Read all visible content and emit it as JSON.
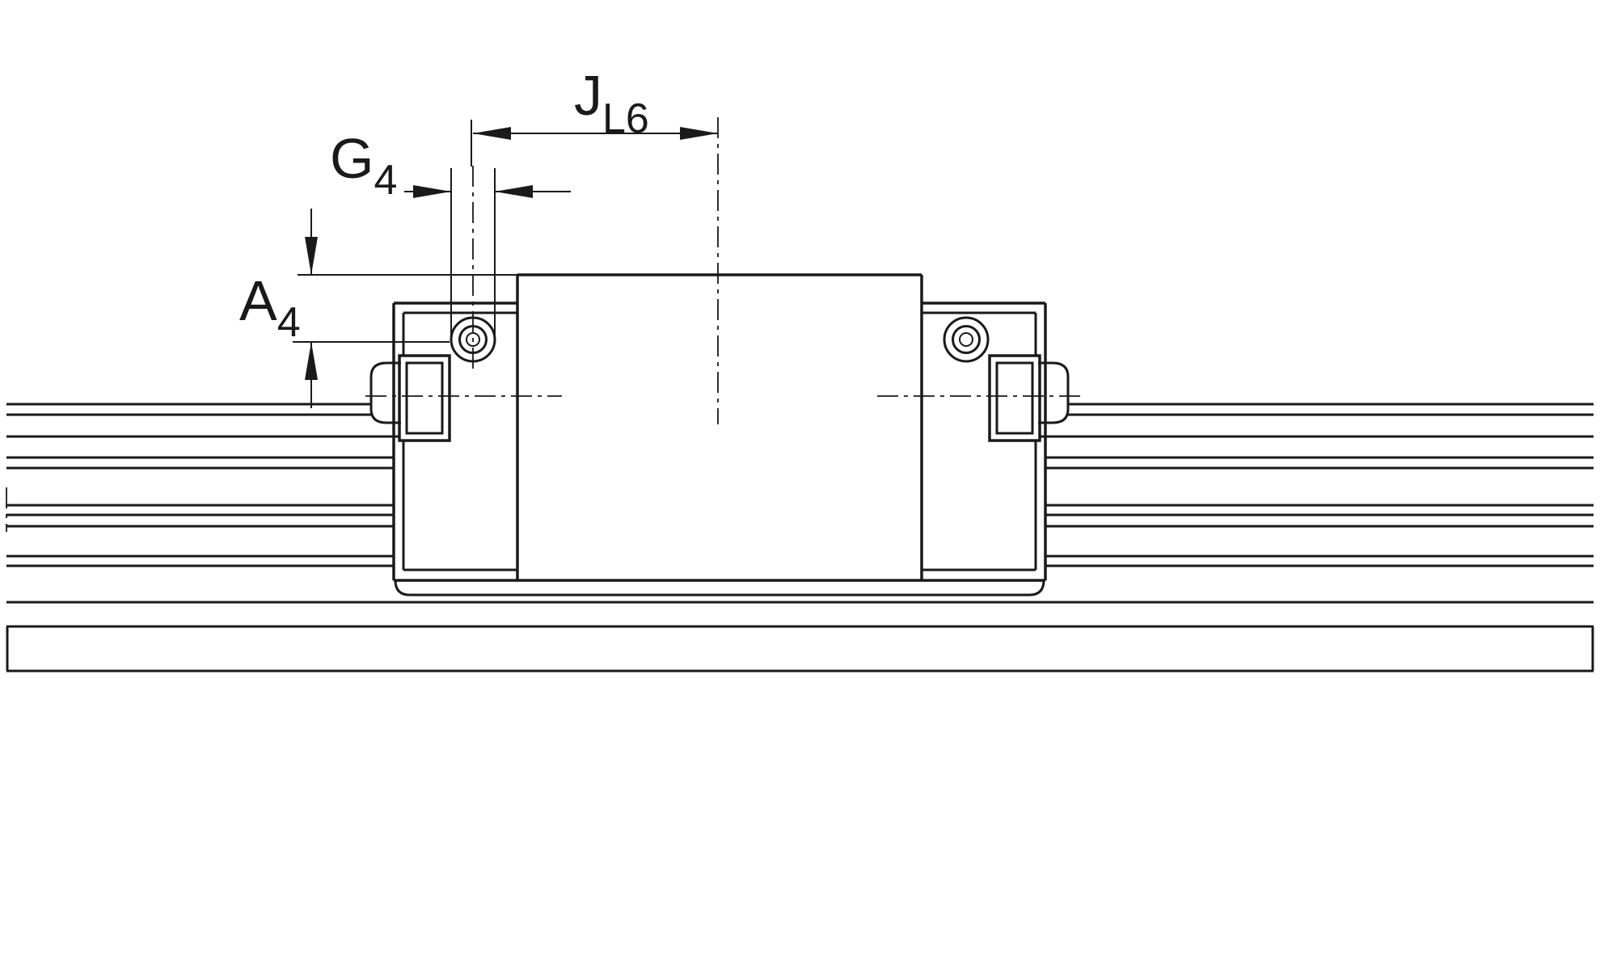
{
  "drawing": {
    "kind": "technical-drawing",
    "subject": "linear-guide-carriage-on-rail-front-view"
  },
  "colors": {
    "line": "#1a1a1a",
    "background": "#ffffff"
  },
  "dimensions": {
    "jl6": {
      "main": "J",
      "sub": "L6"
    },
    "g4": {
      "main": "G",
      "sub": "4"
    },
    "a4": {
      "main": "A",
      "sub": "4"
    }
  }
}
